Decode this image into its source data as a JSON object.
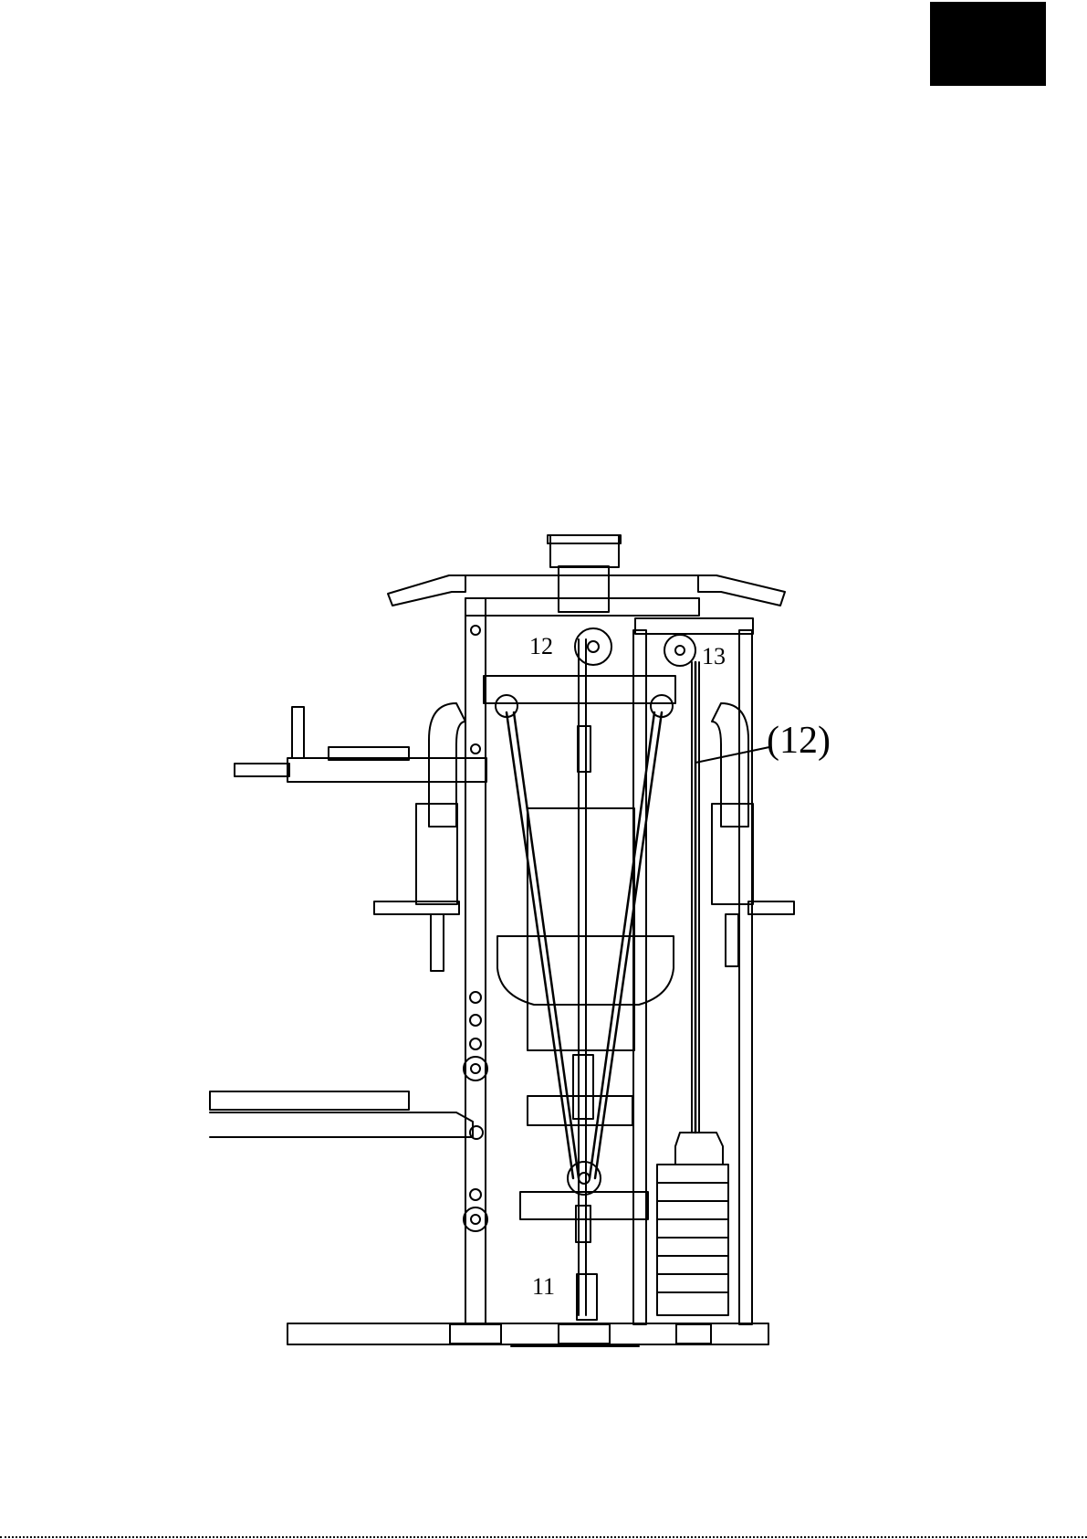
{
  "diagram": {
    "callouts": {
      "pulley_12": "12",
      "pulley_13": "13",
      "pulley_11": "11",
      "cable_12": "(12)"
    }
  },
  "colors": {
    "ink": "#000000",
    "paper": "#ffffff"
  }
}
